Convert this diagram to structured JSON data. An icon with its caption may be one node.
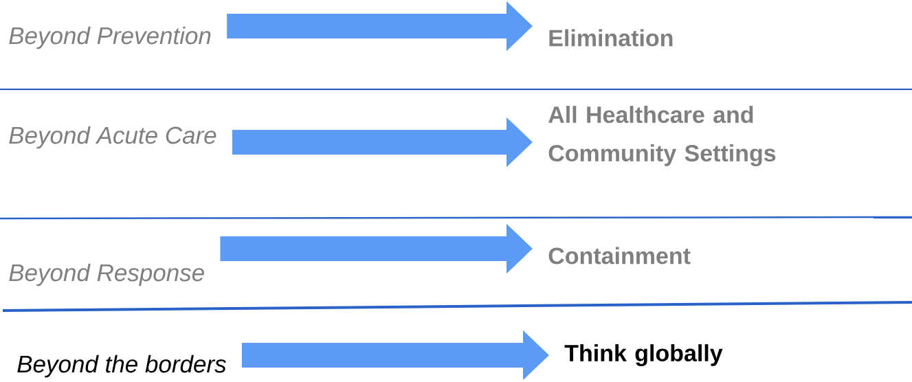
{
  "diagram": {
    "nodes": [
      {
        "text": [
          "Beyond Prevention"
        ]
      },
      {
        "text": [
          "Elimination"
        ]
      },
      {
        "text": [
          "Beyond Acute Care"
        ]
      },
      {
        "text": [
          "All Healthcare and Community Settings"
        ]
      },
      {
        "text": [
          "Beyond Response"
        ]
      },
      {
        "text": [
          "Containment"
        ]
      },
      {
        "text": [
          "Beyond the borders"
        ]
      },
      {
        "text": [
          "Think globally"
        ]
      }
    ],
    "edges": [
      {
        "from": 0,
        "to": 1,
        "arrow": "to"
      },
      {
        "from": 2,
        "to": 3,
        "arrow": "to"
      },
      {
        "from": 4,
        "to": 5,
        "arrow": "to"
      },
      {
        "from": 6,
        "to": 7,
        "arrow": "to"
      }
    ]
  }
}
